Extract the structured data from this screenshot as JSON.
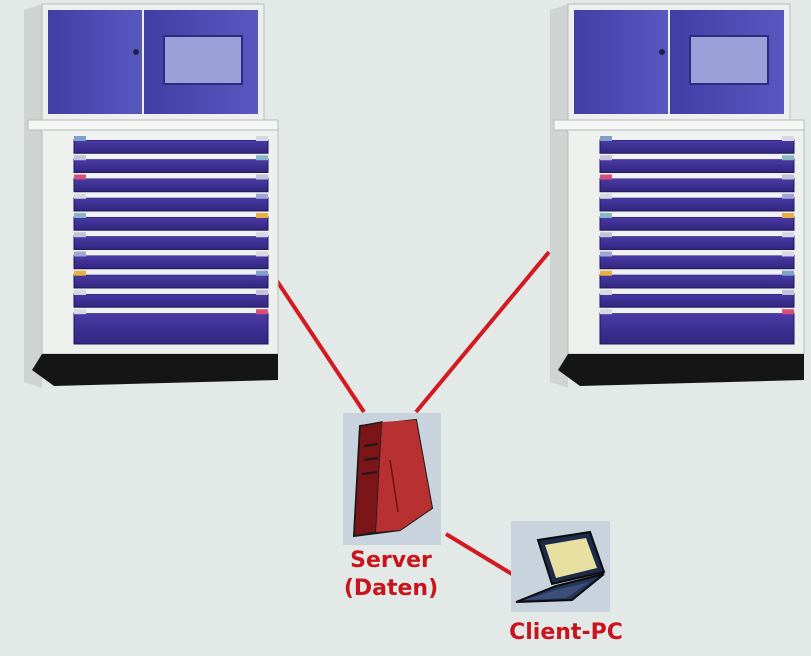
{
  "labels": {
    "server_line1": "Server",
    "server_line2": "(Daten)",
    "client": "Client-PC"
  },
  "cabinets": [
    {
      "drawer_count": 10
    },
    {
      "drawer_count": 10
    }
  ],
  "colors": {
    "background": "#e3e9e6",
    "cabinet_body": "#eef0ee",
    "cabinet_top": "#4c4cb4",
    "drawer": "#3e2f96",
    "link_line": "#d21a22",
    "label_text": "#c8141c",
    "server": "#a5272a",
    "screen": "#e8e0a0"
  },
  "icons": {
    "server": "server-tower-icon",
    "client": "laptop-icon"
  }
}
